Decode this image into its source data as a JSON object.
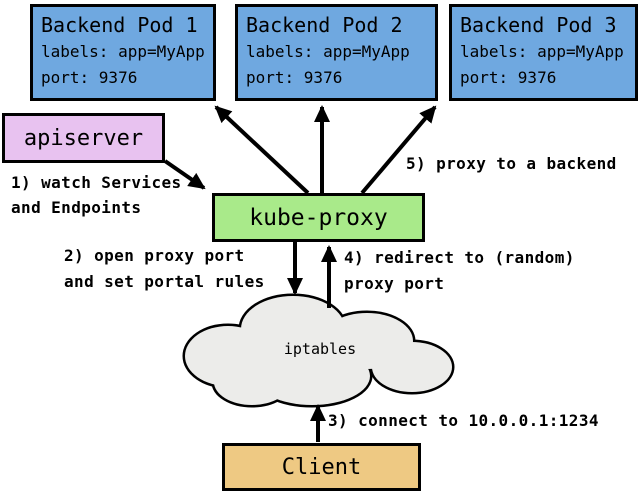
{
  "diagram": {
    "pods": [
      {
        "title": "Backend Pod 1",
        "labels": "labels: app=MyApp",
        "port": "port: 9376"
      },
      {
        "title": "Backend Pod 2",
        "labels": "labels: app=MyApp",
        "port": "port: 9376"
      },
      {
        "title": "Backend Pod 3",
        "labels": "labels: app=MyApp",
        "port": "port: 9376"
      }
    ],
    "apiserver": {
      "label": "apiserver"
    },
    "kube_proxy": {
      "label": "kube-proxy"
    },
    "iptables": {
      "label": "iptables"
    },
    "client": {
      "label": "Client"
    },
    "steps": {
      "s1": {
        "line1": "1) watch Services",
        "line2": "and Endpoints"
      },
      "s2": {
        "line1": "2) open proxy port",
        "line2": "and set portal rules"
      },
      "s3": {
        "line1": "3) connect to 10.0.0.1:1234"
      },
      "s4": {
        "line1": "4) redirect to (random)",
        "line2": "proxy port"
      },
      "s5": {
        "line1": "5) proxy to a backend"
      }
    },
    "colors": {
      "pod_fill": "#6FA8E0",
      "apiserver_fill": "#E8C2F0",
      "kube_proxy_fill": "#A9EA8A",
      "client_fill": "#EEC983",
      "cloud_fill": "#ECECEA",
      "border": "#000000",
      "background": "#FFFFFF"
    }
  }
}
